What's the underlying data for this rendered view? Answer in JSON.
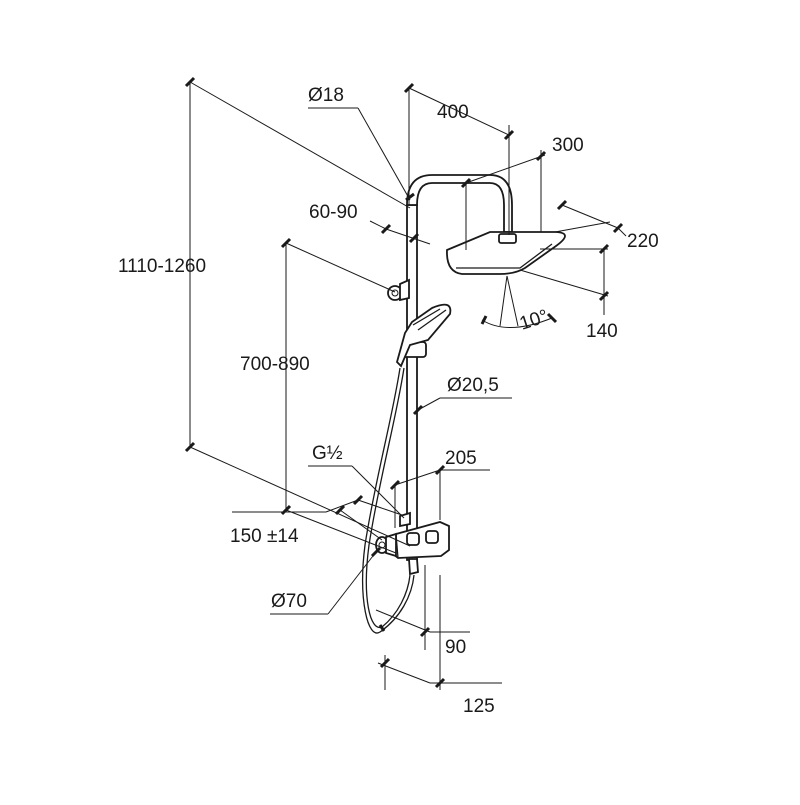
{
  "dimensions": {
    "diameter_18": "Ø18",
    "length_400": "400",
    "width_300": "300",
    "spacing_60_90": "60-90",
    "depth_220": "220",
    "height_1110_1260": "1110-1260",
    "height_700_890": "700-890",
    "height_140": "140",
    "angle_10": "10°",
    "diameter_20_5": "Ø20,5",
    "thread_g_half": "G½",
    "length_205": "205",
    "centers_150": "150 ±14",
    "diameter_70": "Ø70",
    "depth_90": "90",
    "depth_125": "125"
  }
}
